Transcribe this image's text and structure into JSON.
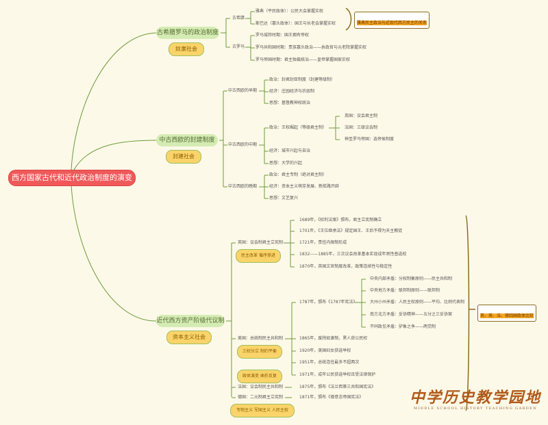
{
  "root": "西方国家古代和近代政治制度的演变",
  "branches": [
    {
      "label": "古希腊罗马的政治制度",
      "tag": "奴隶社会",
      "groups": [
        {
          "label": "古希腊",
          "items": [
            "雅典（平民政体）：公民大会掌握实权",
            "斯巴达（寡头政体）：国王与长老会掌握实权"
          ]
        },
        {
          "label": "古罗马",
          "items": [
            "罗马城邦时期：国王拥有帝权",
            "罗马共和国时期：贵族寡头政治——执政官与元老院掌握实权",
            "罗马帝国时期：君主独裁统治——皇帝掌握国家实权"
          ]
        }
      ],
      "note": "雅典民主政治与近现代西方民主的关系"
    },
    {
      "label": "中古西欧的封建制度",
      "tag": "封建社会",
      "groups": [
        {
          "label": "中古西欧的早期",
          "items": [
            "政治：封君封臣制度（封建等级制）",
            "经济：庄园经济与农奴制",
            "思想：基督教神权统治"
          ]
        },
        {
          "label": "中古西欧的中期",
          "items": [
            "政治：王权崛起（等级君主制）",
            "经济：城市兴起与自治",
            "思想：大学的兴起"
          ],
          "subitems": [
            "英国：议会君主制",
            "法国：三级议会制",
            "神圣罗马帝国：选帝侯制度"
          ]
        },
        {
          "label": "中古西欧的晚期",
          "items": [
            "政治：君主专制（绝对君主制）",
            "经济：资本主义萌芽发展、新航路开辟",
            "思想：文艺复兴"
          ]
        }
      ]
    },
    {
      "label": "近代西方资产阶级代议制",
      "tag": "资本主义社会",
      "groups": [
        {
          "label": "英国：议会制君主立宪制",
          "tag": "民主改革 循序渐进",
          "items": [
            "1689年，《权利法案》颁布，君主立宪制确立",
            "1701年，《王位继承法》规定国王、王后不得为天主教徒",
            "1721年，责任内阁制形成",
            "1832——1885年，三次议会改革基本实现成年男性普选权",
            "1870年，英国文官制度改革，政策连续性与稳定性"
          ]
        },
        {
          "label": "美国：总统制民主共和制",
          "tag": "三权分立 制约平衡",
          "tag2": "政体演变 曲折反复",
          "items": [
            "1787年，颁布《1787年宪法》",
            "1865年，废除奴隶制，黑人获公民权",
            "1920年，美国妇女获选举权",
            "1951年，总统连任最多不超两次",
            "1971年，成年公民获选举权且受法律保护"
          ],
          "subitems": [
            "中央内部矛盾：分权制衡原则——民主共和制",
            "中央地方矛盾：联邦制原则——联邦制",
            "大州小州矛盾：人民主权原则——平均、比例代表制",
            "南方北方矛盾：妥协精神——五分之三妥协案",
            "不同政见矛盾：驴象之争——两党制"
          ]
        },
        {
          "label": "法国：议会制民主共和制",
          "items": [
            "1875年，颁布《法兰西第三共和国宪法》"
          ]
        },
        {
          "label": "德国：二元制君主立宪制",
          "items": [
            "1871年，颁布《德意志帝国宪法》"
          ],
          "tag": "专制主义 军国主义 人民主权"
        }
      ],
      "note": "英、美、法、德四国政体比较"
    }
  ],
  "logo": {
    "cn": "中学历史教学园地",
    "en": "MIDDLE SCHOOL HISTORY TEACHING GARDEN"
  },
  "colors": {
    "root": "#f0595a",
    "branch": "#d4ecb4",
    "tag": "#fad46a",
    "line": "#6a9a3a",
    "background": "#fdf9e8"
  }
}
